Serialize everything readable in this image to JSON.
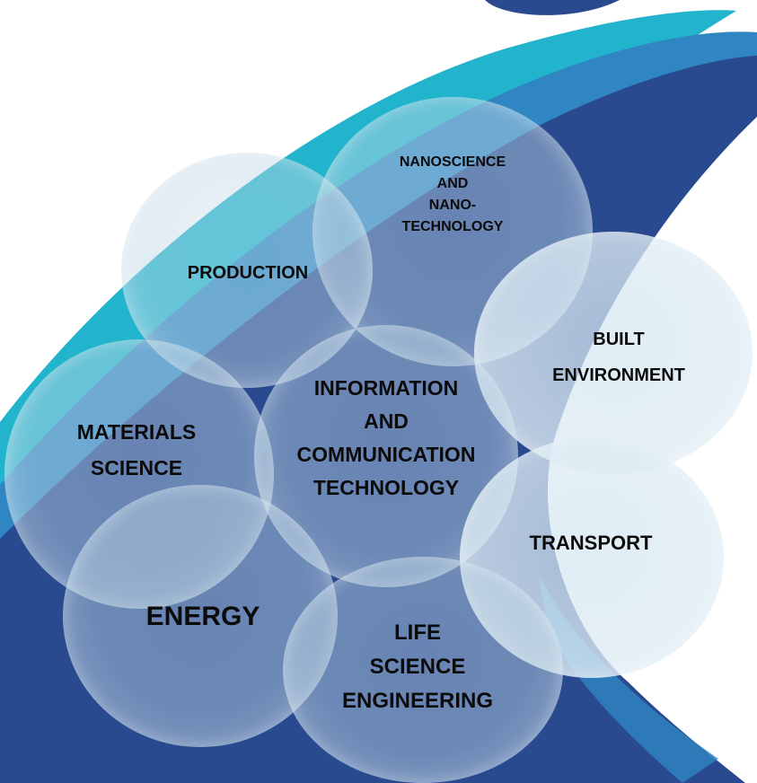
{
  "nodes": {
    "nanoscience": [
      "NANOSCIENCE",
      "AND",
      "NANO-",
      "TECHNOLOGY"
    ],
    "production": [
      "PRODUCTION"
    ],
    "built_environment": [
      "BUILT",
      "ENVIRONMENT"
    ],
    "materials_science": [
      "MATERIALS",
      "SCIENCE"
    ],
    "ict": [
      "INFORMATION",
      "AND",
      "COMMUNICATION",
      "TECHNOLOGY"
    ],
    "transport": [
      "TRANSPORT"
    ],
    "energy": [
      "ENERGY"
    ],
    "life_science": [
      "LIFE",
      "SCIENCE",
      "ENGINEERING"
    ]
  },
  "colors": {
    "wave_dark_blue": "#2a4a90",
    "wave_mid_blue": "#2f86c2",
    "wave_cyan": "#22b4cc",
    "bubble_tint": "#c8dfea",
    "text": "#0b0b0b"
  }
}
